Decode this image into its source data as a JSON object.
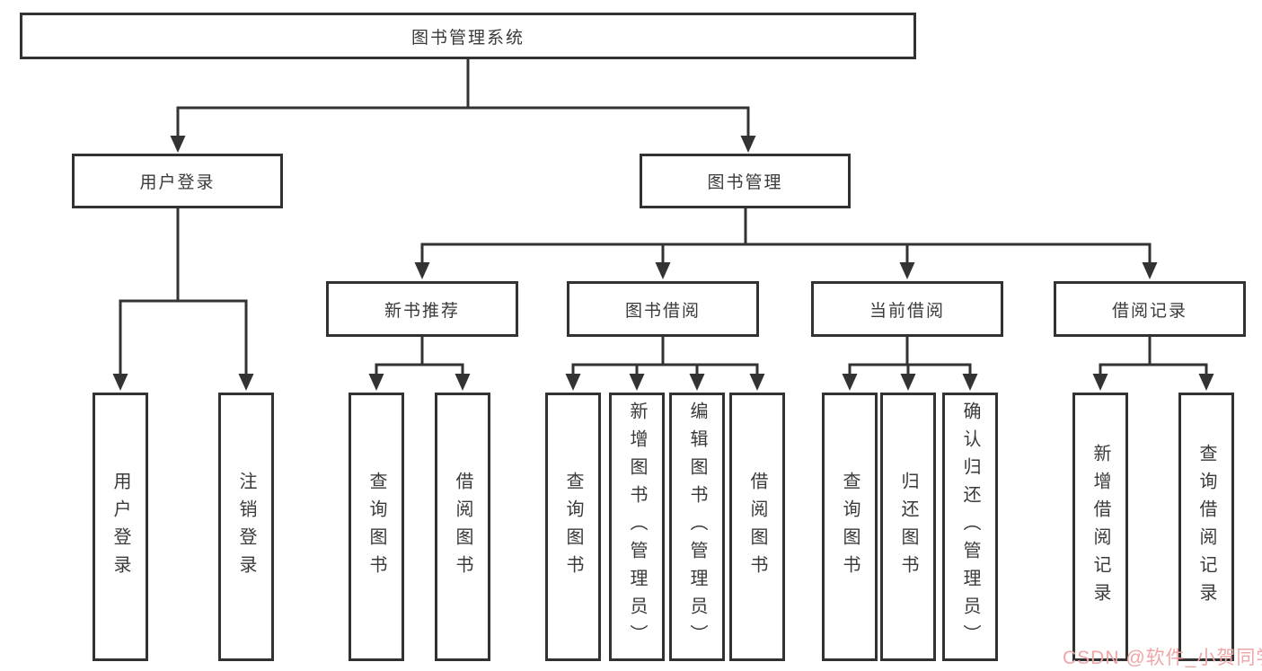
{
  "diagram_type": "tree",
  "colors": {
    "line": "#333333",
    "box_border": "#323232",
    "text": "#3a3a3a",
    "box_background": "#ffffff",
    "watermark": "#f0a6a6"
  },
  "tree": {
    "root": {
      "label": "图书管理系统",
      "children": [
        {
          "label": "用户登录",
          "children": [
            {
              "label": "用户登录"
            },
            {
              "label": "注销登录"
            }
          ]
        },
        {
          "label": "图书管理",
          "children": [
            {
              "label": "新书推荐",
              "children": [
                {
                  "label": "查询图书"
                },
                {
                  "label": "借阅图书"
                }
              ]
            },
            {
              "label": "图书借阅",
              "children": [
                {
                  "label": "查询图书"
                },
                {
                  "label": "新增图书（管理员）"
                },
                {
                  "label": "编辑图书（管理员）"
                },
                {
                  "label": "借阅图书"
                }
              ]
            },
            {
              "label": "当前借阅",
              "children": [
                {
                  "label": "查询图书"
                },
                {
                  "label": "归还图书"
                },
                {
                  "label": "确认归还（管理员）"
                }
              ]
            },
            {
              "label": "借阅记录",
              "children": [
                {
                  "label": "新增借阅记录"
                },
                {
                  "label": "查询借阅记录"
                }
              ]
            }
          ]
        }
      ]
    }
  },
  "watermark": {
    "text": "CSDN @软件_小贺同学"
  }
}
